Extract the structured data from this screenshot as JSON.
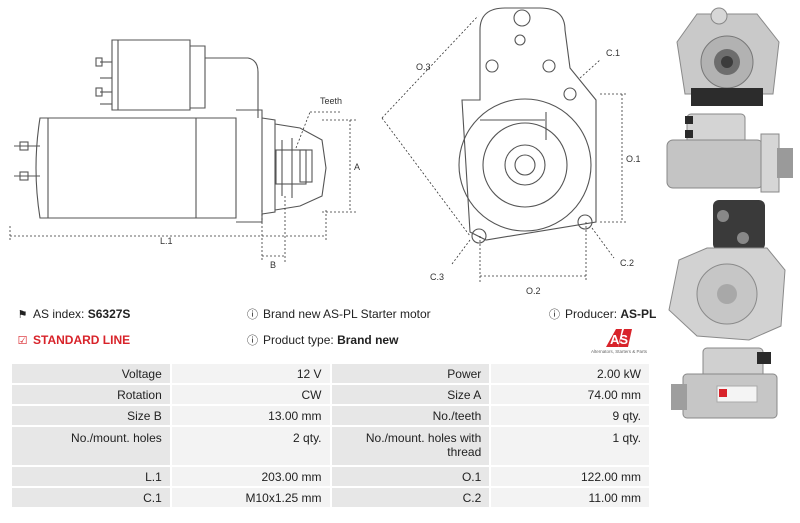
{
  "drawing": {
    "side_labels": {
      "teeth": "Teeth",
      "a": "A",
      "l1": "L.1",
      "b": "B"
    },
    "front_labels": {
      "o3": "O.3",
      "c1": "C.1",
      "o1": "O.1",
      "c3": "C.3",
      "c2": "C.2",
      "o2": "O.2"
    }
  },
  "info": {
    "as_index_label": "AS index:",
    "as_index_value": "S6327S",
    "standard_line": "STANDARD LINE",
    "description": "Brand new AS-PL Starter motor",
    "product_type_label": "Product type:",
    "product_type_value": "Brand new",
    "producer_label": "Producer:",
    "producer_value": "AS-PL"
  },
  "logo": {
    "tagline": "Alternators, Starters & Parts"
  },
  "specs": [
    {
      "k1": "Voltage",
      "v1": "12 V",
      "k2": "Power",
      "v2": "2.00 kW"
    },
    {
      "k1": "Rotation",
      "v1": "CW",
      "k2": "Size A",
      "v2": "74.00 mm"
    },
    {
      "k1": "Size B",
      "v1": "13.00 mm",
      "k2": "No./teeth",
      "v2": "9 qty."
    },
    {
      "k1": "No./mount. holes",
      "v1": "2 qty.",
      "k2": "No./mount. holes with thread",
      "v2": "1 qty."
    },
    {
      "k1": "L.1",
      "v1": "203.00 mm",
      "k2": "O.1",
      "v2": "122.00 mm"
    },
    {
      "k1": "C.1",
      "v1": "M10x1.25 mm",
      "k2": "C.2",
      "v2": "11.00 mm"
    }
  ],
  "colors": {
    "accent_red": "#d8232a",
    "row_bg": "#e7e7e7",
    "value_bg": "#f3f3f3"
  }
}
